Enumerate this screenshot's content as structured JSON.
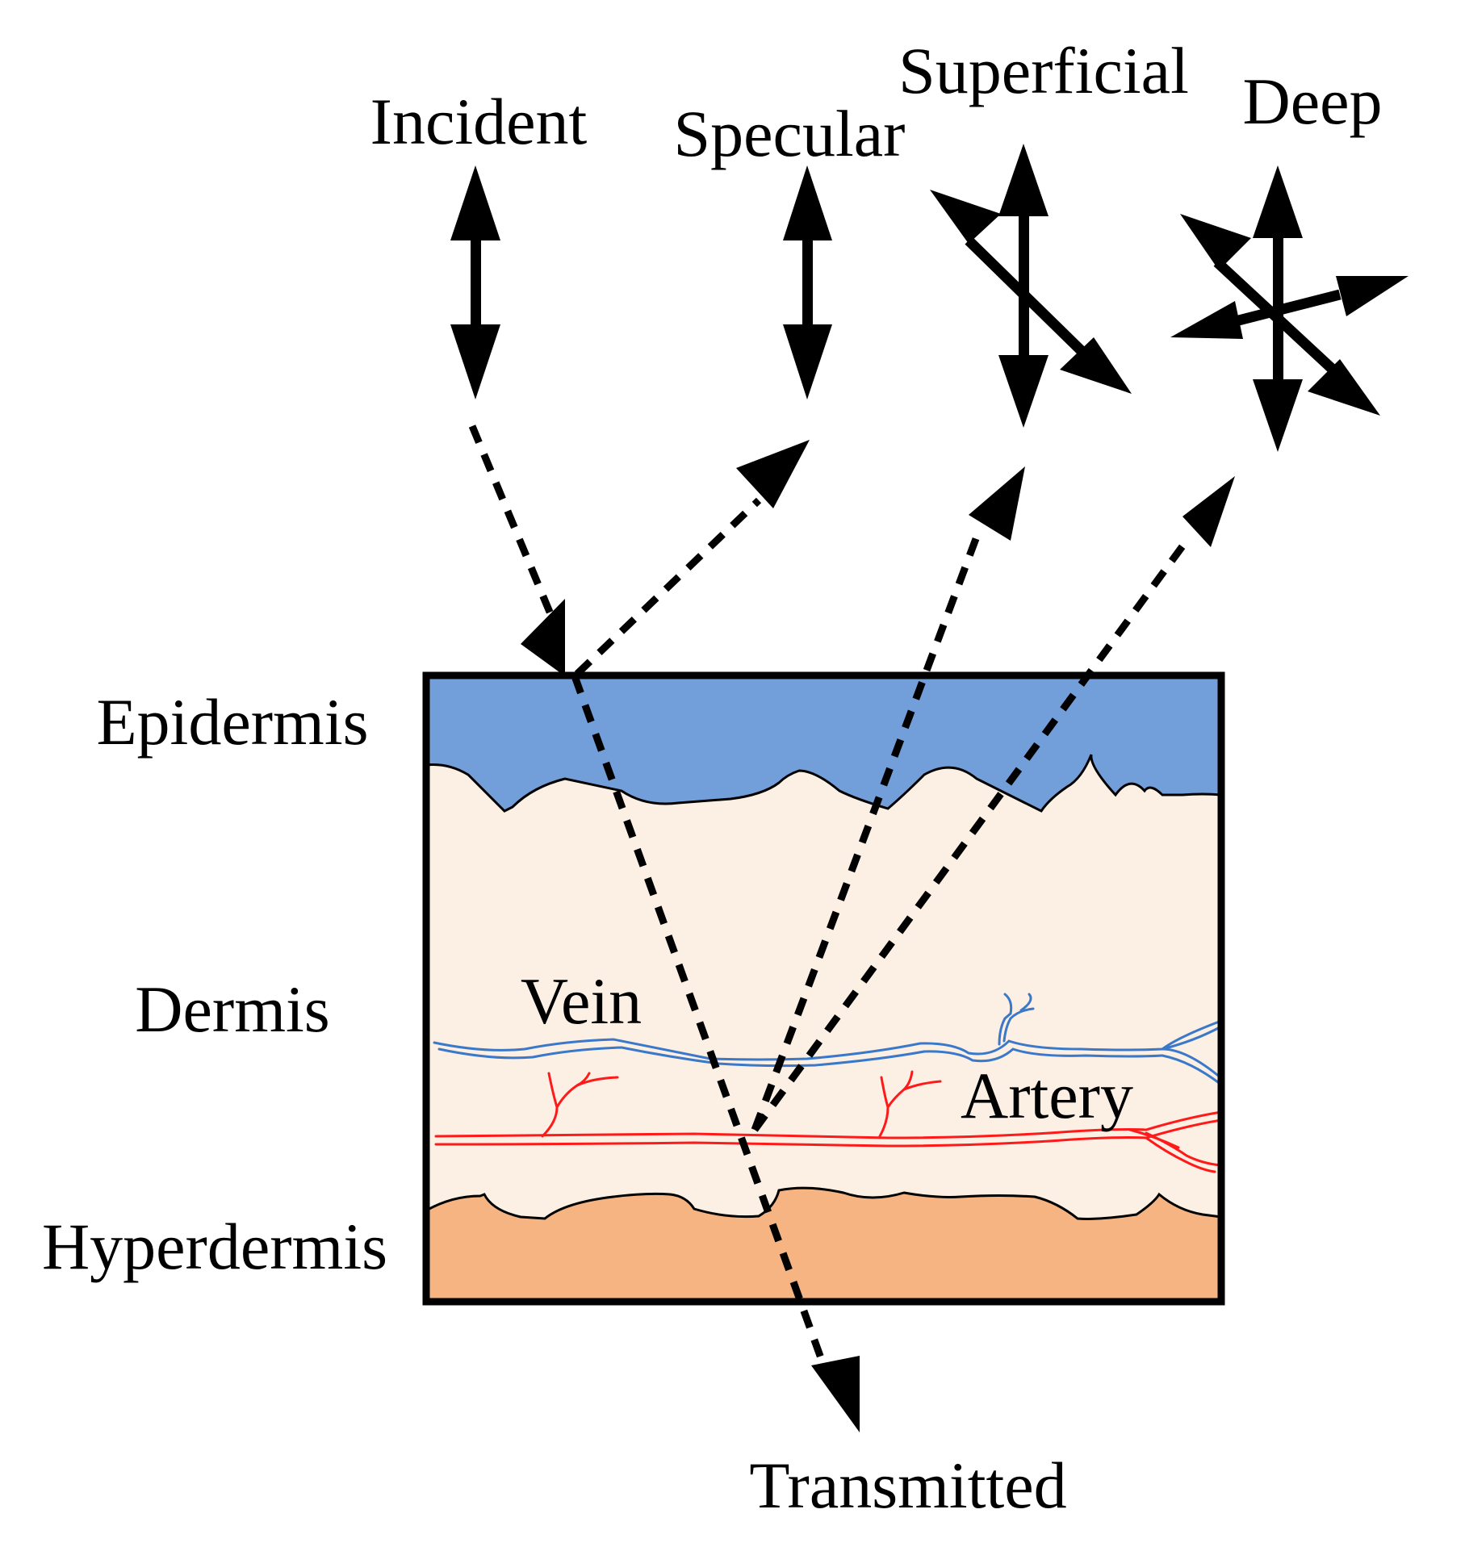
{
  "labels": {
    "incident": "Incident",
    "specular": "Specular",
    "superficial": "Superficial",
    "deep": "Deep",
    "transmitted": "Transmitted",
    "epidermis": "Epidermis",
    "dermis": "Dermis",
    "hyperdermis": "Hyperdermis",
    "vein": "Vein",
    "artery": "Artery"
  },
  "colors": {
    "epidermis": "#729fda",
    "dermis": "#fcefe4",
    "hyperdermis": "#f5b482",
    "vein": "#3a78c9",
    "artery": "#ff1a1a",
    "ink": "#000000"
  }
}
